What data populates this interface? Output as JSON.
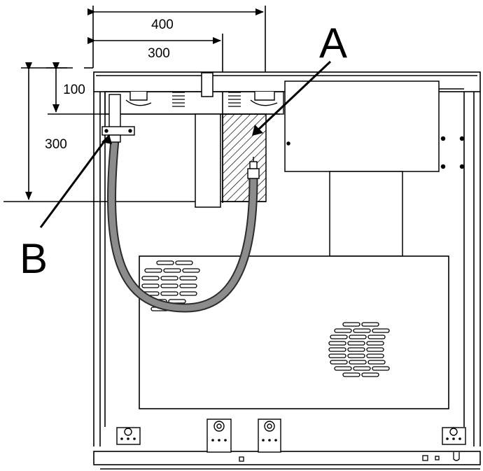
{
  "dimensions": {
    "width_400": "400",
    "width_300": "300",
    "height_100": "100",
    "height_300": "300"
  },
  "callouts": {
    "a": "A",
    "b": "B"
  },
  "colors": {
    "line": "#000000",
    "hose": "#8c8c8c",
    "hose_edge": "#2b2b2b",
    "background": "#ffffff"
  }
}
